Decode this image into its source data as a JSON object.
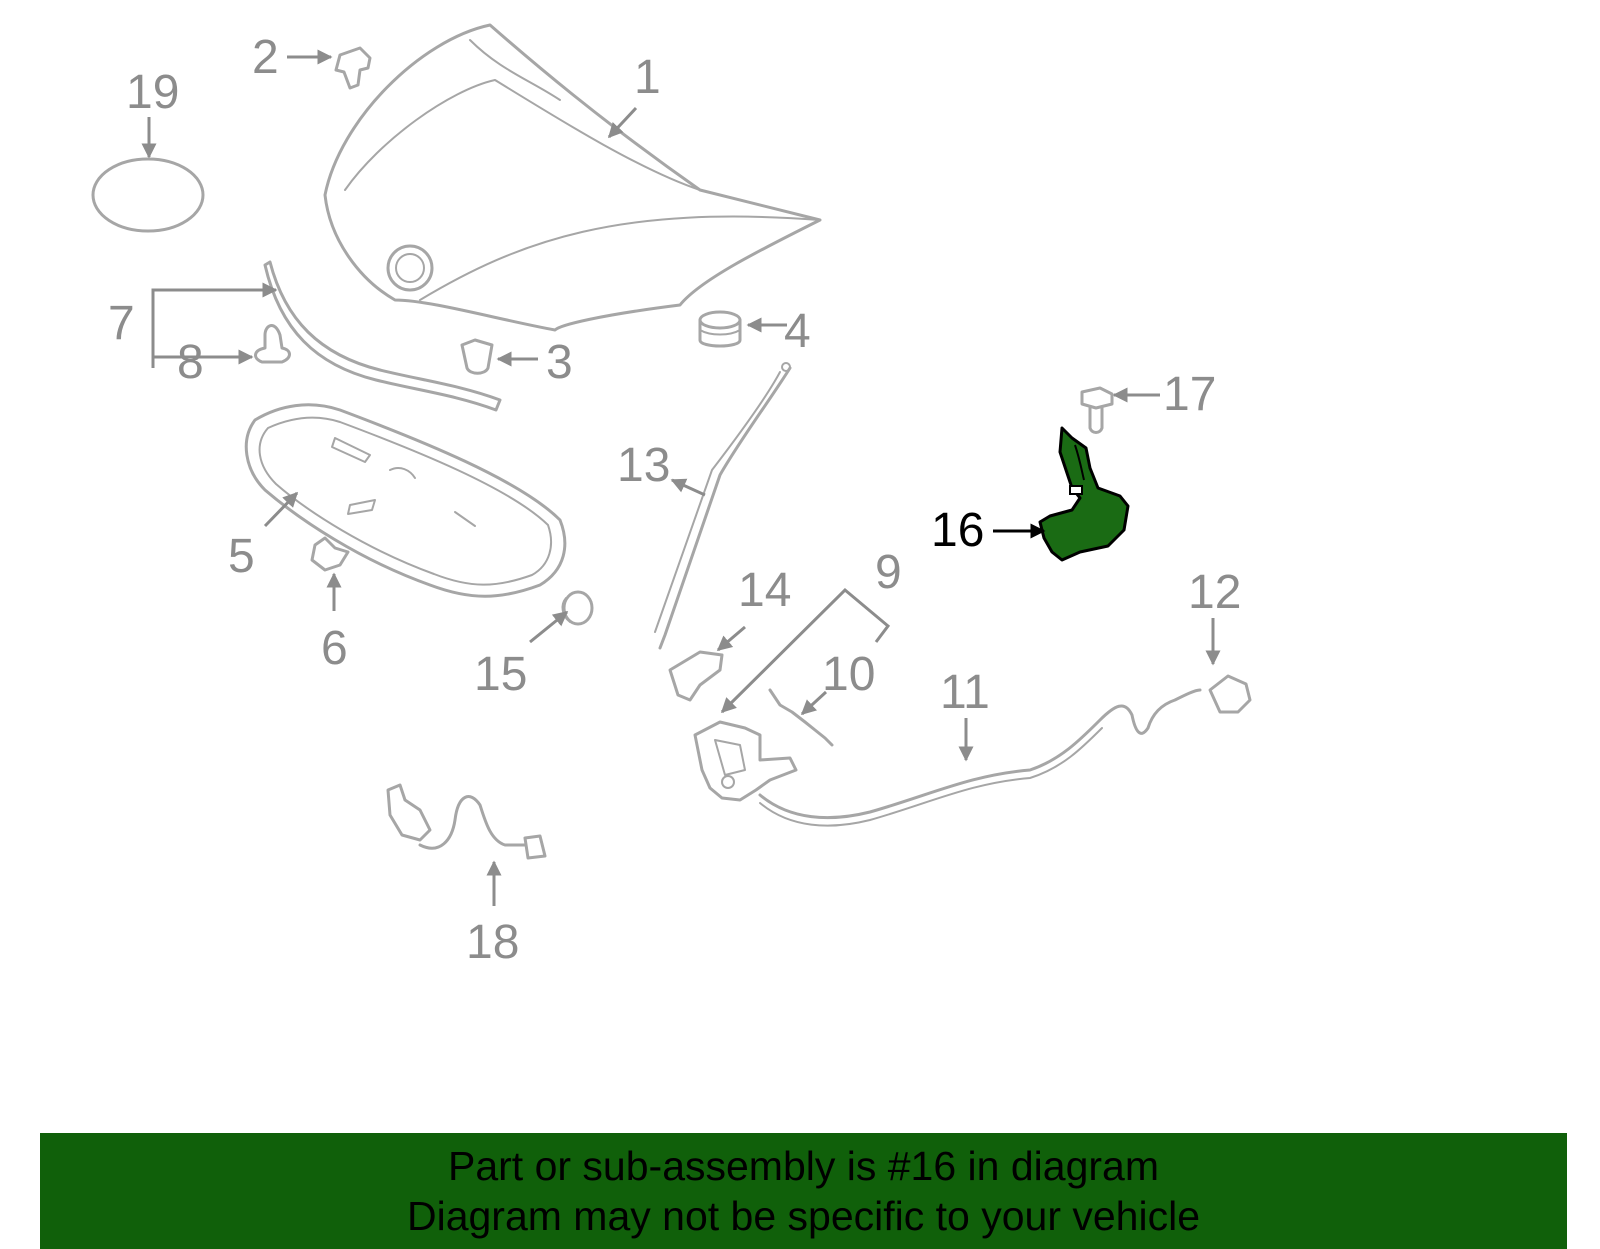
{
  "diagram": {
    "callouts": [
      {
        "id": "1",
        "label": "1"
      },
      {
        "id": "2",
        "label": "2"
      },
      {
        "id": "3",
        "label": "3"
      },
      {
        "id": "4",
        "label": "4"
      },
      {
        "id": "5",
        "label": "5"
      },
      {
        "id": "6",
        "label": "6"
      },
      {
        "id": "7",
        "label": "7"
      },
      {
        "id": "8",
        "label": "8"
      },
      {
        "id": "9",
        "label": "9"
      },
      {
        "id": "10",
        "label": "10"
      },
      {
        "id": "11",
        "label": "11"
      },
      {
        "id": "12",
        "label": "12"
      },
      {
        "id": "13",
        "label": "13"
      },
      {
        "id": "14",
        "label": "14"
      },
      {
        "id": "15",
        "label": "15"
      },
      {
        "id": "16",
        "label": "16"
      },
      {
        "id": "17",
        "label": "17"
      },
      {
        "id": "18",
        "label": "18"
      },
      {
        "id": "19",
        "label": "19"
      }
    ],
    "highlighted_part": "16",
    "colors": {
      "line": "#a6a6a6",
      "label": "#8c8c8c",
      "highlight_fill": "#1a6b14",
      "highlight_label": "#000000",
      "banner_bg": "#10600a"
    }
  },
  "banner": {
    "line1": "Part or sub-assembly is #16 in diagram",
    "line2": "Diagram may not be specific to your vehicle"
  }
}
